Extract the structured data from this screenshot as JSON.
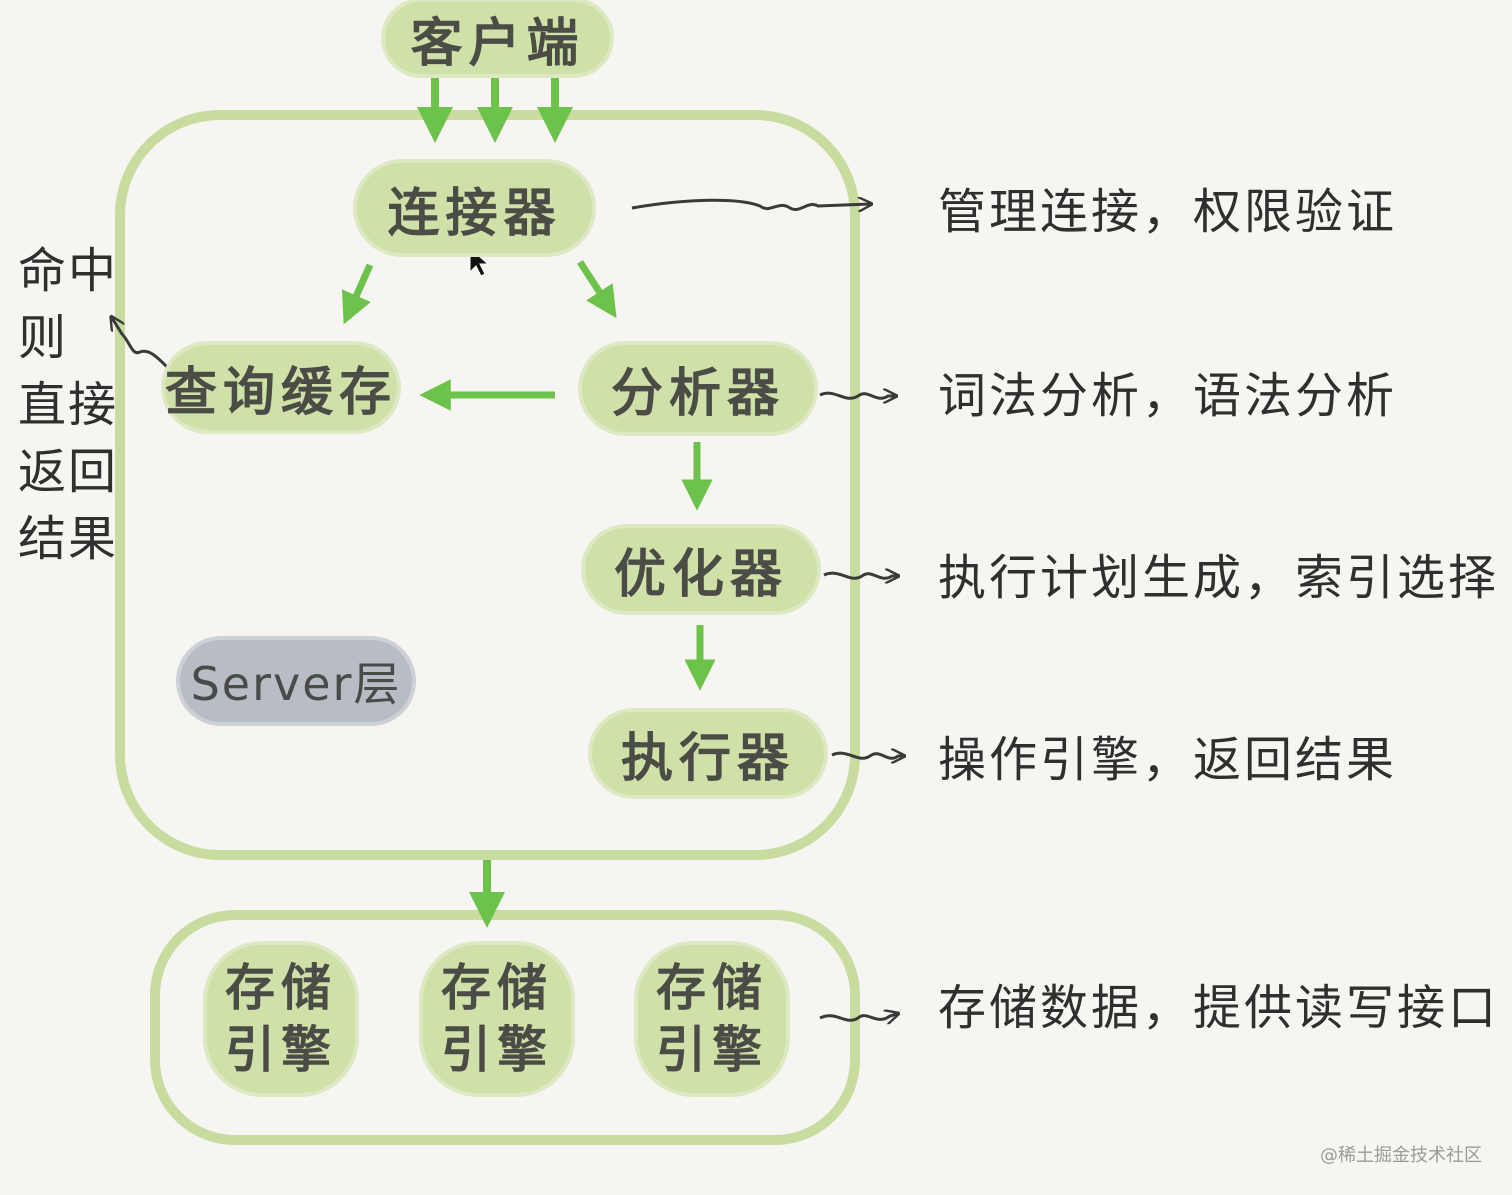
{
  "client": "客户端",
  "server": {
    "connector": "连接器",
    "query_cache": "查询缓存",
    "analyzer": "分析器",
    "optimizer": "优化器",
    "executor": "执行器",
    "layer_label": "Server层"
  },
  "engines": [
    {
      "line1": "存储",
      "line2": "引擎"
    },
    {
      "line1": "存储",
      "line2": "引擎"
    },
    {
      "line1": "存储",
      "line2": "引擎"
    }
  ],
  "notes": {
    "connector": "管理连接，权限验证",
    "analyzer": "词法分析，语法分析",
    "optimizer": "执行计划生成，索引选择",
    "executor": "操作引擎，返回结果",
    "engine": "存储数据，提供读写接口"
  },
  "cache_hit_note": [
    "命中",
    "则",
    "直接",
    "返回",
    "结果"
  ],
  "watermark": "@稀土掘金技术社区",
  "colors": {
    "accent": "#6cc24a",
    "node": "#cfe0a8",
    "frame": "#c8dca0",
    "layer_badge": "#b8bcc4"
  }
}
